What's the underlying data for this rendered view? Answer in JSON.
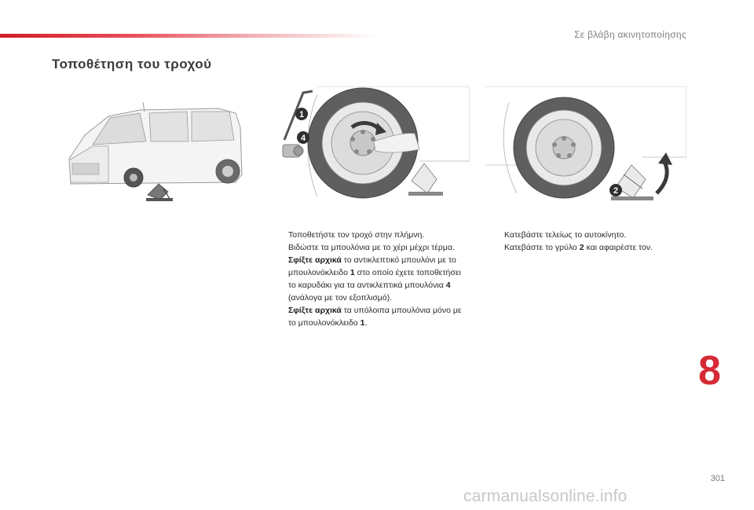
{
  "header": {
    "section_title": "Σε βλάβη ακινητοποίησης"
  },
  "page_title": "Τοποθέτηση του τροχού",
  "callouts": {
    "key": "1",
    "jack": "2",
    "adapter": "4"
  },
  "column1": {
    "items": [
      {
        "bullet": "",
        "parts": [
          {
            "text": "Τοποθετήστε τον τροχό στην πλήμνη.",
            "bold": false
          }
        ]
      },
      {
        "bullet": "",
        "parts": [
          {
            "text": "Βιδώστε τα μπουλόνια με το χέρι μέχρι τέρμα.",
            "bold": false
          }
        ]
      },
      {
        "bullet": "",
        "parts": [
          {
            "text": "Σφίξτε αρχικά",
            "bold": true
          },
          {
            "text": " το αντικλεπτικό μπουλόνι με το μπουλονόκλειδο ",
            "bold": false
          },
          {
            "text": "1",
            "bold": true
          },
          {
            "text": " στο οποίο έχετε τοποθετήσει το καρυδάκι για τα αντικλεπτικά μπουλόνια ",
            "bold": false
          },
          {
            "text": "4",
            "bold": true
          },
          {
            "text": " (ανάλογα με τον εξοπλισμό).",
            "bold": false
          }
        ]
      },
      {
        "bullet": "",
        "parts": [
          {
            "text": "Σφίξτε αρχικά",
            "bold": true
          },
          {
            "text": " τα υπόλοιπα μπουλόνια μόνο με το μπουλονόκλειδο ",
            "bold": false
          },
          {
            "text": "1",
            "bold": true
          },
          {
            "text": ".",
            "bold": false
          }
        ]
      }
    ]
  },
  "column2": {
    "items": [
      {
        "bullet": "",
        "parts": [
          {
            "text": "Κατεβάστε τελείως το αυτοκίνητο.",
            "bold": false
          }
        ]
      },
      {
        "bullet": "",
        "parts": [
          {
            "text": "Κατεβάστε το γρύλο ",
            "bold": false
          },
          {
            "text": "2",
            "bold": true
          },
          {
            "text": " και αφαιρέστε τον.",
            "bold": false
          }
        ]
      }
    ]
  },
  "chapter_number": "8",
  "page_number": "301",
  "watermark": "carmanualsonline.info",
  "colors": {
    "accent_red": "#d52b36",
    "bar_red": "#d01f2b"
  }
}
